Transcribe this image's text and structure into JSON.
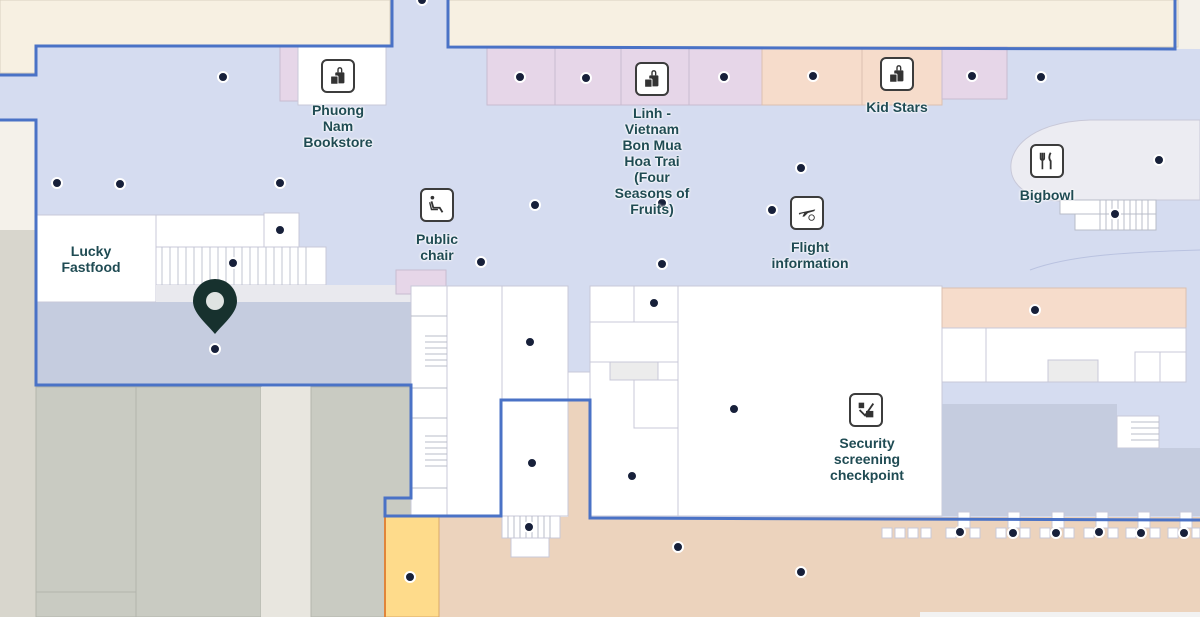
{
  "map": {
    "colors": {
      "concourse": "#d5dcf0",
      "outline": "#4a72c6",
      "shop_lilac": "#e6d6e8",
      "shop_peach": "#f6dccb",
      "room_white": "#ffffff",
      "lower_gray": "#c5ccdf",
      "tan_zone": "#ecd3bd",
      "yellow_zone": "#fedb8b",
      "outside_gray": "#cdcfc7",
      "background": "#f4f1ea",
      "pin": "#17312e"
    },
    "places": [
      {
        "id": "phuong-nam",
        "name": "Phuong\nNam\nBookstore",
        "icon": "shopping-bag-icon"
      },
      {
        "id": "linh-vietnam",
        "name": "Linh -\nVietnam\nBon Mua\nHoa Trai\n(Four\nSeasons of\nFruits)",
        "icon": "shopping-bag-icon"
      },
      {
        "id": "kid-stars",
        "name": "Kid Stars",
        "icon": "shopping-bag-icon"
      },
      {
        "id": "bigbowl",
        "name": "Bigbowl",
        "icon": "fork-knife-icon"
      },
      {
        "id": "lucky-fastfood",
        "name": "Lucky\nFastfood",
        "icon": ""
      },
      {
        "id": "public-chair",
        "name": "Public\nchair",
        "icon": "seat-icon"
      },
      {
        "id": "flight-information",
        "name": "Flight\ninformation",
        "icon": "airplane-info-icon"
      },
      {
        "id": "security",
        "name": "Security\nscreening\ncheckpoint",
        "icon": "security-check-icon"
      }
    ]
  }
}
